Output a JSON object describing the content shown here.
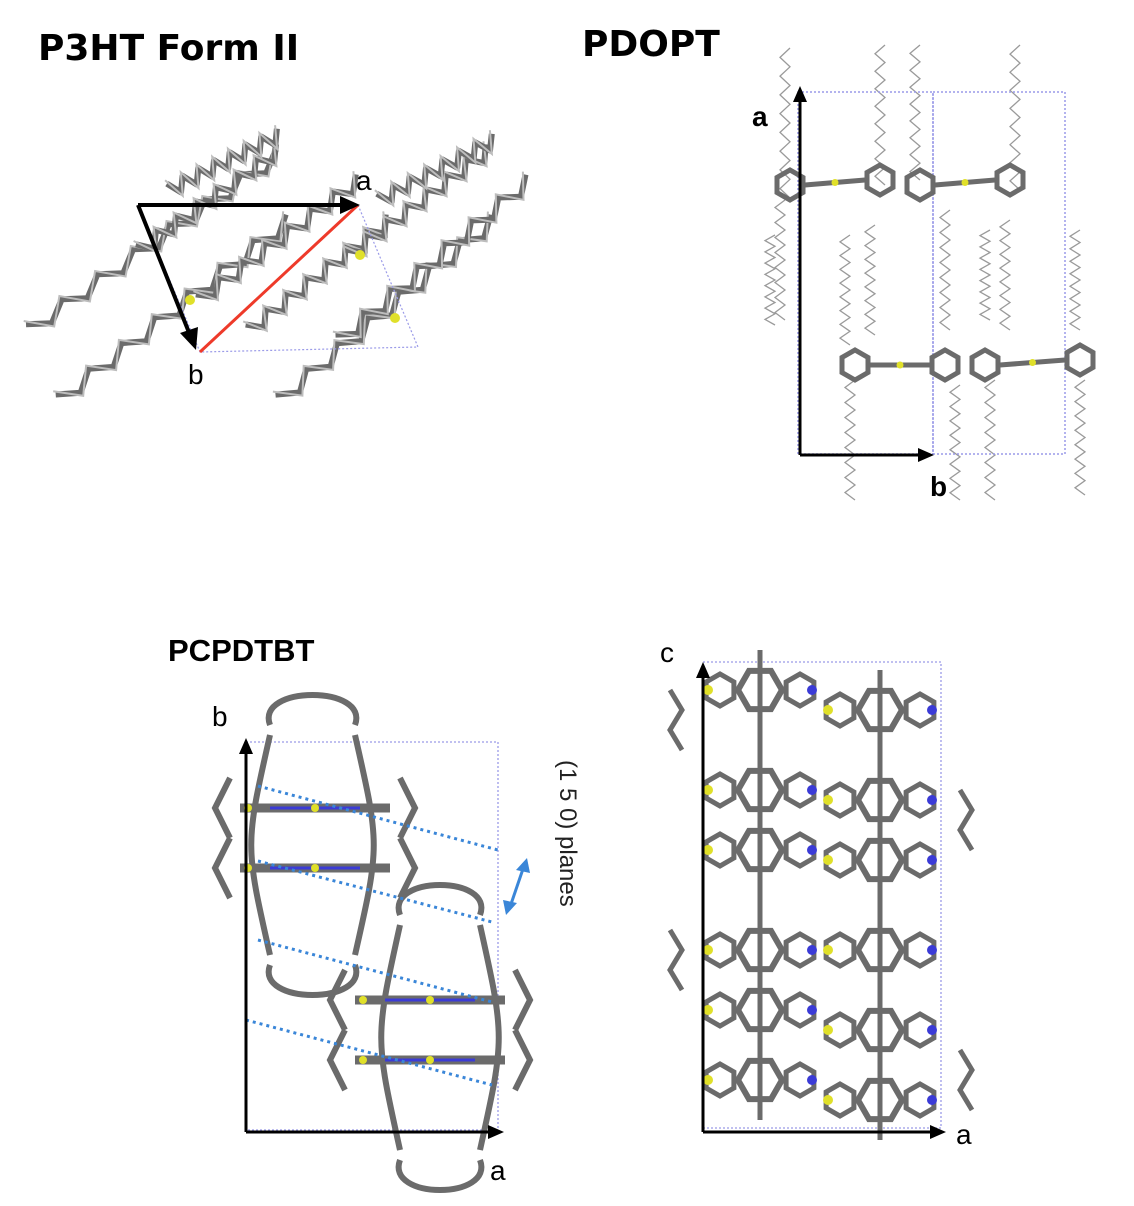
{
  "panels": {
    "p3ht": {
      "title": "P3HT Form II",
      "axes": {
        "a": "a",
        "b": "b"
      }
    },
    "pdopt": {
      "title": "PDOPT",
      "axes": {
        "a": "a",
        "b": "b"
      }
    },
    "pcpdtbt": {
      "title": "PCPDTBT",
      "axes": {
        "b": "b",
        "a": "a"
      },
      "plane_label": "(1 5 0) planes"
    },
    "pcpdtbt_side": {
      "axes": {
        "c": "c",
        "a": "a"
      }
    }
  },
  "colors": {
    "bond": "#6b6b6b",
    "hydrogen": "#bdbdbd",
    "sulfur": "#e0e02a",
    "nitrogen": "#3b3bd6",
    "cell": "#8a8ae6",
    "plane": "#3a86d8",
    "highlight": "#ee3a2a",
    "arrow": "#000000"
  }
}
